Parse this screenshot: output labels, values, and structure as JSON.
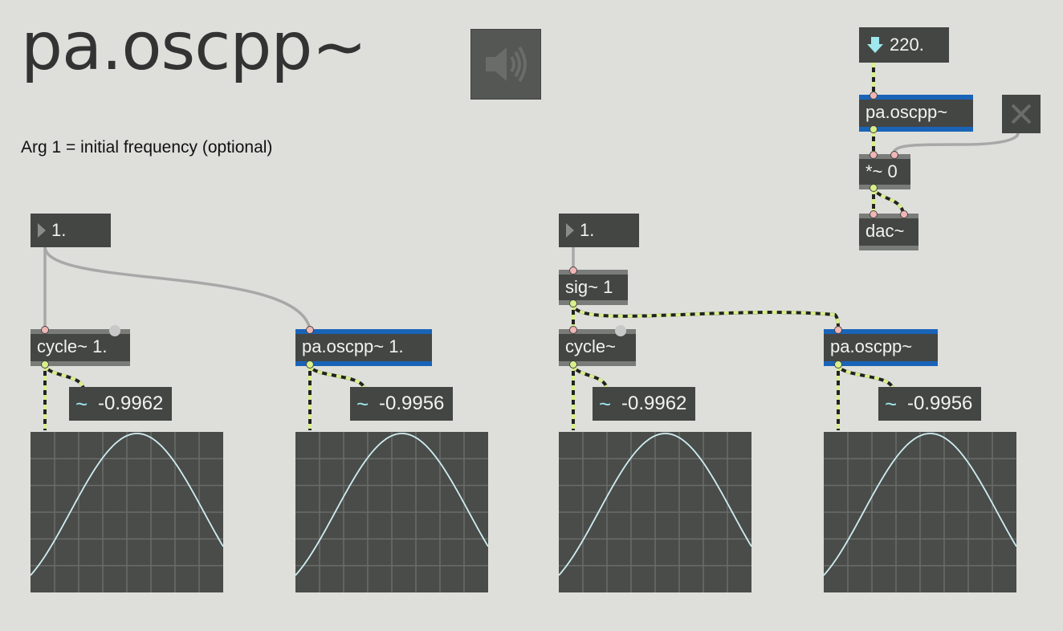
{
  "patch": {
    "title": "pa.oscpp~",
    "comment": "Arg 1 = initial frequency (optional)"
  },
  "top_right": {
    "freq_message": "220.",
    "osc_object": "pa.oscpp~",
    "mul_object": "*~ 0",
    "dac_object": "dac~"
  },
  "left_group": {
    "float_value": "1.",
    "cycle_object": "cycle~ 1.",
    "osc_object": "pa.oscpp~ 1.",
    "cycle_readout": "-0.9962",
    "osc_readout": "-0.9956"
  },
  "right_group": {
    "float_value": "1.",
    "sig_object": "sig~ 1",
    "cycle_object": "cycle~",
    "osc_object": "pa.oscpp~",
    "cycle_readout": "-0.9962",
    "osc_readout": "-0.9956"
  },
  "icons": {
    "speaker": "speaker-volume-icon",
    "close": "close-x-icon",
    "arrow": "down-arrow-icon",
    "tilde": "signal-tilde-icon"
  },
  "colors": {
    "background": "#dedfdb",
    "object_bg": "#444644",
    "object_border": "#7a7c7a",
    "blue_accent": "#1a64b8",
    "signal_cable": "#d8f08a",
    "control_cable": "#a8a8a8",
    "scope_bg": "#4a4c4a",
    "scope_grid": "#6a6c6a",
    "scope_trace": "#cfeef2",
    "readout_tilde": "#9ee8ee"
  },
  "scopes": {
    "waveform": "sine-half-cycle",
    "grid_cols": 8,
    "grid_rows": 6
  }
}
